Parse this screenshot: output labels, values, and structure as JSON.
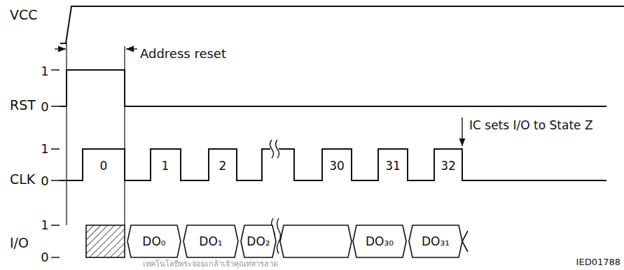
{
  "diagram": {
    "nodes": [
      {
        "text": [
          "DO₀"
        ]
      },
      {
        "text": [
          "DO₁"
        ]
      },
      {
        "text": [
          "DO₂"
        ]
      },
      {
        "text": [
          "DO₃₀"
        ]
      },
      {
        "text": [
          "DO₃₁"
        ]
      }
    ],
    "labels": [
      "VCC",
      "Address reset",
      "RST",
      "1",
      "0",
      "IC sets I/O to State Z",
      "CLK",
      "1",
      "0",
      "0",
      "1",
      "2",
      "30",
      "31",
      "32",
      "I/O",
      "1",
      "0",
      "IED01788",
      "เทคโนโลยีพระจอมเกล้าเจ้าคุณทหารลาด"
    ]
  }
}
